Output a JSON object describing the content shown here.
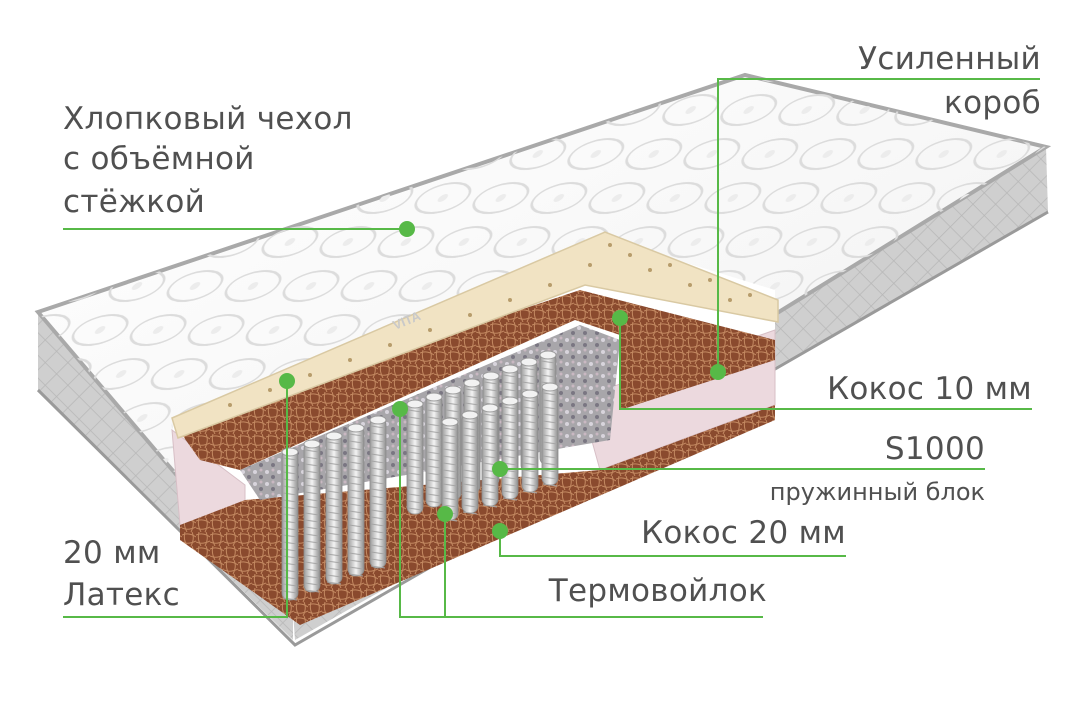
{
  "labels": {
    "cover": [
      "Хлопковый чехол",
      "с объёмной",
      "стёжкой"
    ],
    "box": [
      "Усиленный",
      "короб"
    ],
    "coconut10": "Кокос 10 мм",
    "spring_block": "S1000",
    "spring_block_sub": "пружинный блок",
    "coconut20": "Кокос 20 мм",
    "thermofelt": "Термовойлок",
    "latex": [
      "20 мм",
      "Латекс"
    ]
  },
  "brand": "VITA",
  "colors": {
    "accent_green": "#57b947",
    "text_gray": "#505050",
    "coconut_brown": "#8a4a2e",
    "latex_cream": "#f1e3c3",
    "foam_pink": "#ecd9de",
    "cover_gray": "#c9c9c9"
  }
}
